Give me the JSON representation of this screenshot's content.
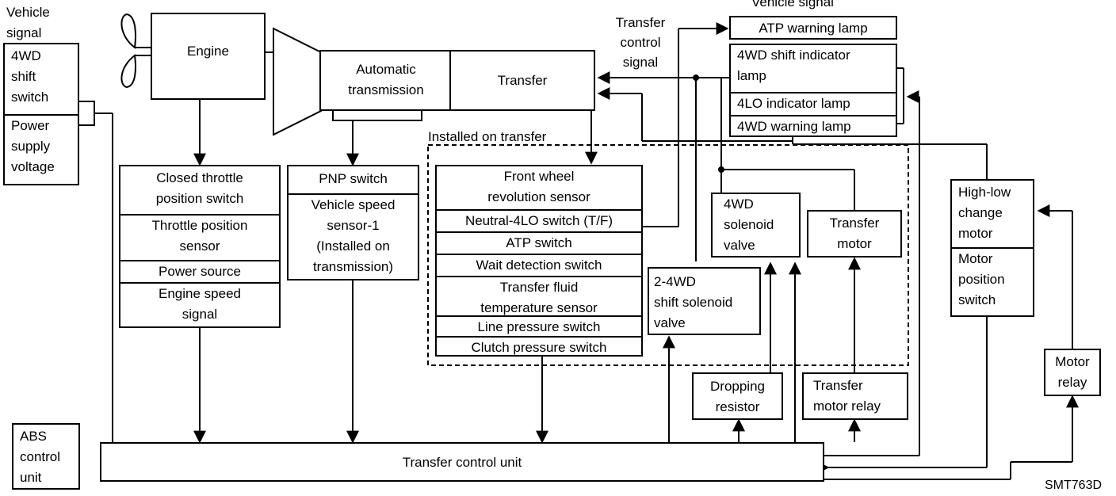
{
  "labels": {
    "vehicle_signal_left": "Vehicle\nsignal",
    "vehicle_signal_right": "Vehicle signal",
    "transfer_control_signal": "Transfer\ncontrol\nsignal",
    "installed_on_transfer": "Installed on transfer",
    "figure_code": "SMT763D"
  },
  "components": {
    "engine": "Engine",
    "automatic_transmission": "Automatic\ntransmission",
    "transfer": "Transfer",
    "four_wd_shift_switch": "4WD\nshift\nswitch",
    "power_supply_voltage": "Power\nsupply\nvoltage",
    "closed_throttle": "Closed throttle\nposition switch",
    "throttle_position_sensor": "Throttle position\nsensor",
    "power_source": "Power source",
    "engine_speed_signal": "Engine speed\nsignal",
    "pnp_switch": "PNP switch",
    "vehicle_speed_sensor": "Vehicle speed\nsensor-1\n(Installed on\ntransmission)",
    "front_wheel_sensor": "Front wheel\nrevolution sensor",
    "neutral_4lo_switch": "Neutral-4LO switch (T/F)",
    "atp_switch": "ATP switch",
    "wait_detection_switch": "Wait detection switch",
    "transfer_fluid_temp": "Transfer fluid\ntemperature sensor",
    "line_pressure_switch": "Line pressure switch",
    "clutch_pressure_switch": "Clutch pressure switch",
    "four_wd_solenoid": "4WD\nsolenoid\nvalve",
    "transfer_motor": "Transfer\nmotor",
    "two_4wd_shift_solenoid": "2-4WD\nshift solenoid\nvalve",
    "dropping_resistor": "Dropping\nresistor",
    "transfer_motor_relay": "Transfer\nmotor relay",
    "atp_warning_lamp": "ATP warning lamp",
    "four_wd_shift_indicator": "4WD shift indicator\nlamp",
    "four_lo_indicator": "4LO indicator lamp",
    "four_wd_warning_lamp": "4WD warning lamp",
    "high_low_change_motor": "High-low\nchange\nmotor",
    "motor_position_switch": "Motor\nposition\nswitch",
    "motor_relay": "Motor\nrelay",
    "abs_control_unit": "ABS\ncontrol\nunit",
    "transfer_control_unit": "Transfer control unit"
  }
}
